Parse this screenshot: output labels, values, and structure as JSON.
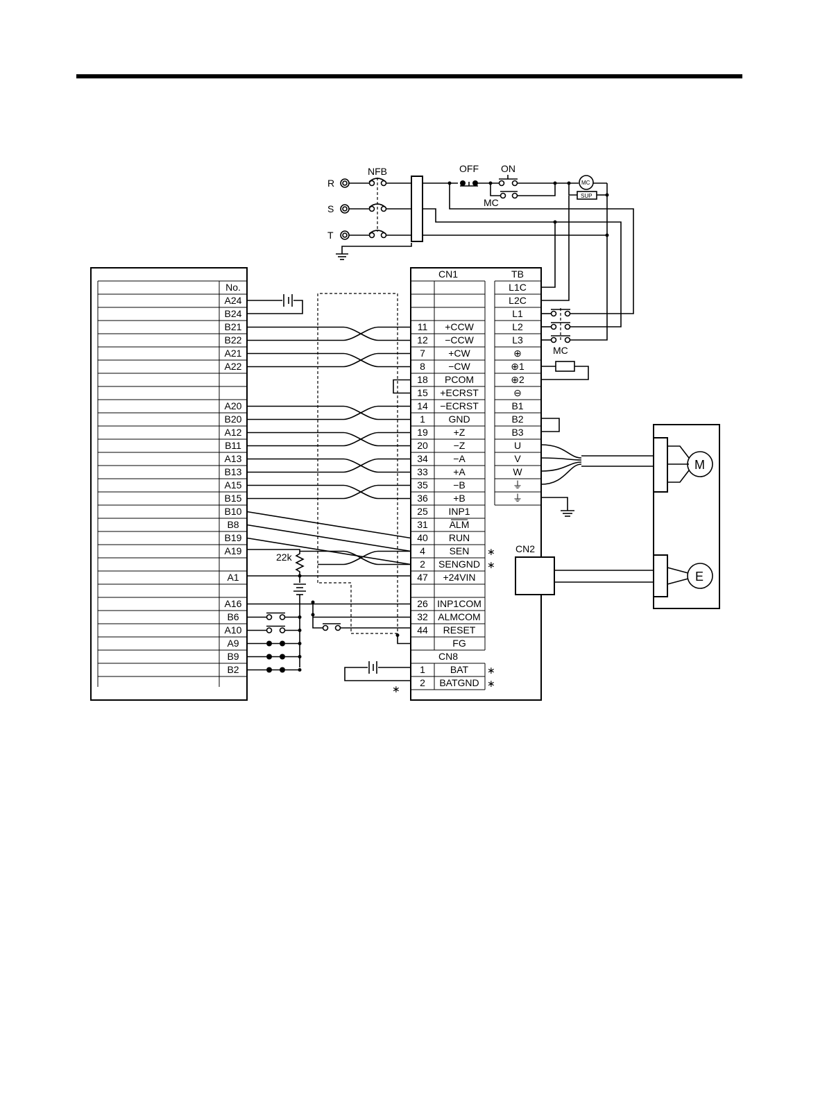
{
  "power": {
    "phases": [
      "R",
      "S",
      "T"
    ],
    "nfb_label": "NFB",
    "off_label": "OFF",
    "on_label": "ON",
    "mc_label": "MC",
    "mc_coil_label": "MC",
    "sup_label": "SUP"
  },
  "controller": {
    "header": "No.",
    "pins": [
      "A24",
      "B24",
      "B21",
      "B22",
      "A21",
      "A22",
      "",
      "",
      "A20",
      "B20",
      "A12",
      "B11",
      "A13",
      "B13",
      "A15",
      "B15",
      "B10",
      "B8",
      "B19",
      "A19",
      "",
      "A1",
      "",
      "A16",
      "B6",
      "A10",
      "A9",
      "B9",
      "B2"
    ]
  },
  "cn1": {
    "title": "CN1",
    "rows": [
      {
        "pin": "11",
        "name": "+CCW"
      },
      {
        "pin": "12",
        "name": "−CCW"
      },
      {
        "pin": "7",
        "name": "+CW"
      },
      {
        "pin": "8",
        "name": "−CW"
      },
      {
        "pin": "18",
        "name": "PCOM"
      },
      {
        "pin": "15",
        "name": "+ECRST"
      },
      {
        "pin": "14",
        "name": "−ECRST"
      },
      {
        "pin": "1",
        "name": "GND"
      },
      {
        "pin": "19",
        "name": "+Z"
      },
      {
        "pin": "20",
        "name": "−Z"
      },
      {
        "pin": "34",
        "name": "−A"
      },
      {
        "pin": "33",
        "name": "+A"
      },
      {
        "pin": "35",
        "name": "−B"
      },
      {
        "pin": "36",
        "name": "+B"
      },
      {
        "pin": "25",
        "name": "INP1"
      },
      {
        "pin": "31",
        "name": "ALM"
      },
      {
        "pin": "40",
        "name": "RUN"
      },
      {
        "pin": "4",
        "name": "SEN"
      },
      {
        "pin": "2",
        "name": "SENGND"
      },
      {
        "pin": "47",
        "name": "+24VIN"
      },
      {
        "pin": "",
        "name": ""
      },
      {
        "pin": "26",
        "name": "INP1COM"
      },
      {
        "pin": "32",
        "name": "ALMCOM"
      },
      {
        "pin": "44",
        "name": "RESET"
      },
      {
        "pin": "",
        "name": "FG"
      }
    ]
  },
  "cn8": {
    "title": "CN8",
    "rows": [
      {
        "pin": "1",
        "name": "BAT"
      },
      {
        "pin": "2",
        "name": "BATGND"
      }
    ]
  },
  "tb": {
    "title": "TB",
    "rows": [
      "L1C",
      "L2C",
      "L1",
      "L2",
      "L3",
      "⊕",
      "⊕1",
      "⊕2",
      "⊖",
      "B1",
      "B2",
      "B3",
      "U",
      "V",
      "W",
      "⏚",
      "⏚"
    ]
  },
  "cn2_label": "CN2",
  "mc_contactor_label": "MC",
  "resistor_label": "22k",
  "motor_label": "M",
  "encoder_label": "E",
  "asterisk": "∗"
}
